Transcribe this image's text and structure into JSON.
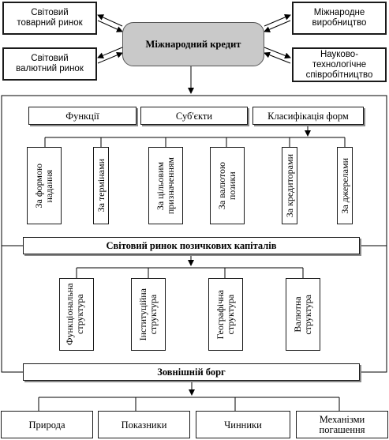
{
  "diagram": {
    "center": "Міжнародний кредит",
    "left_top": "Світовий\nтоварний ринок",
    "left_bottom": "Світовий\nвалютний ринок",
    "right_top": "Міжнародне\nвиробництво",
    "right_bottom": "Науково-\nтехнологічне\nспівробітництво",
    "tier1": [
      "Функції",
      "Суб'єкти",
      "Класифікація форм"
    ],
    "forms": [
      "За формою\nнадання",
      "За термінами",
      "За цільовим\nпризначенням",
      "За валютою\nпозики",
      "За кредиторами",
      "За джерелами"
    ],
    "market": "Світовий ринок позичкових капіталів",
    "structures": [
      "Функціональна структура",
      "Інституційна\nструктура",
      "Географічна\nструктура",
      "Валютна\nструктура"
    ],
    "debt": "Зовнішній борг",
    "debt_items": [
      "Природа",
      "Показники",
      "Чинники",
      "Механізми\nпогашення"
    ]
  }
}
